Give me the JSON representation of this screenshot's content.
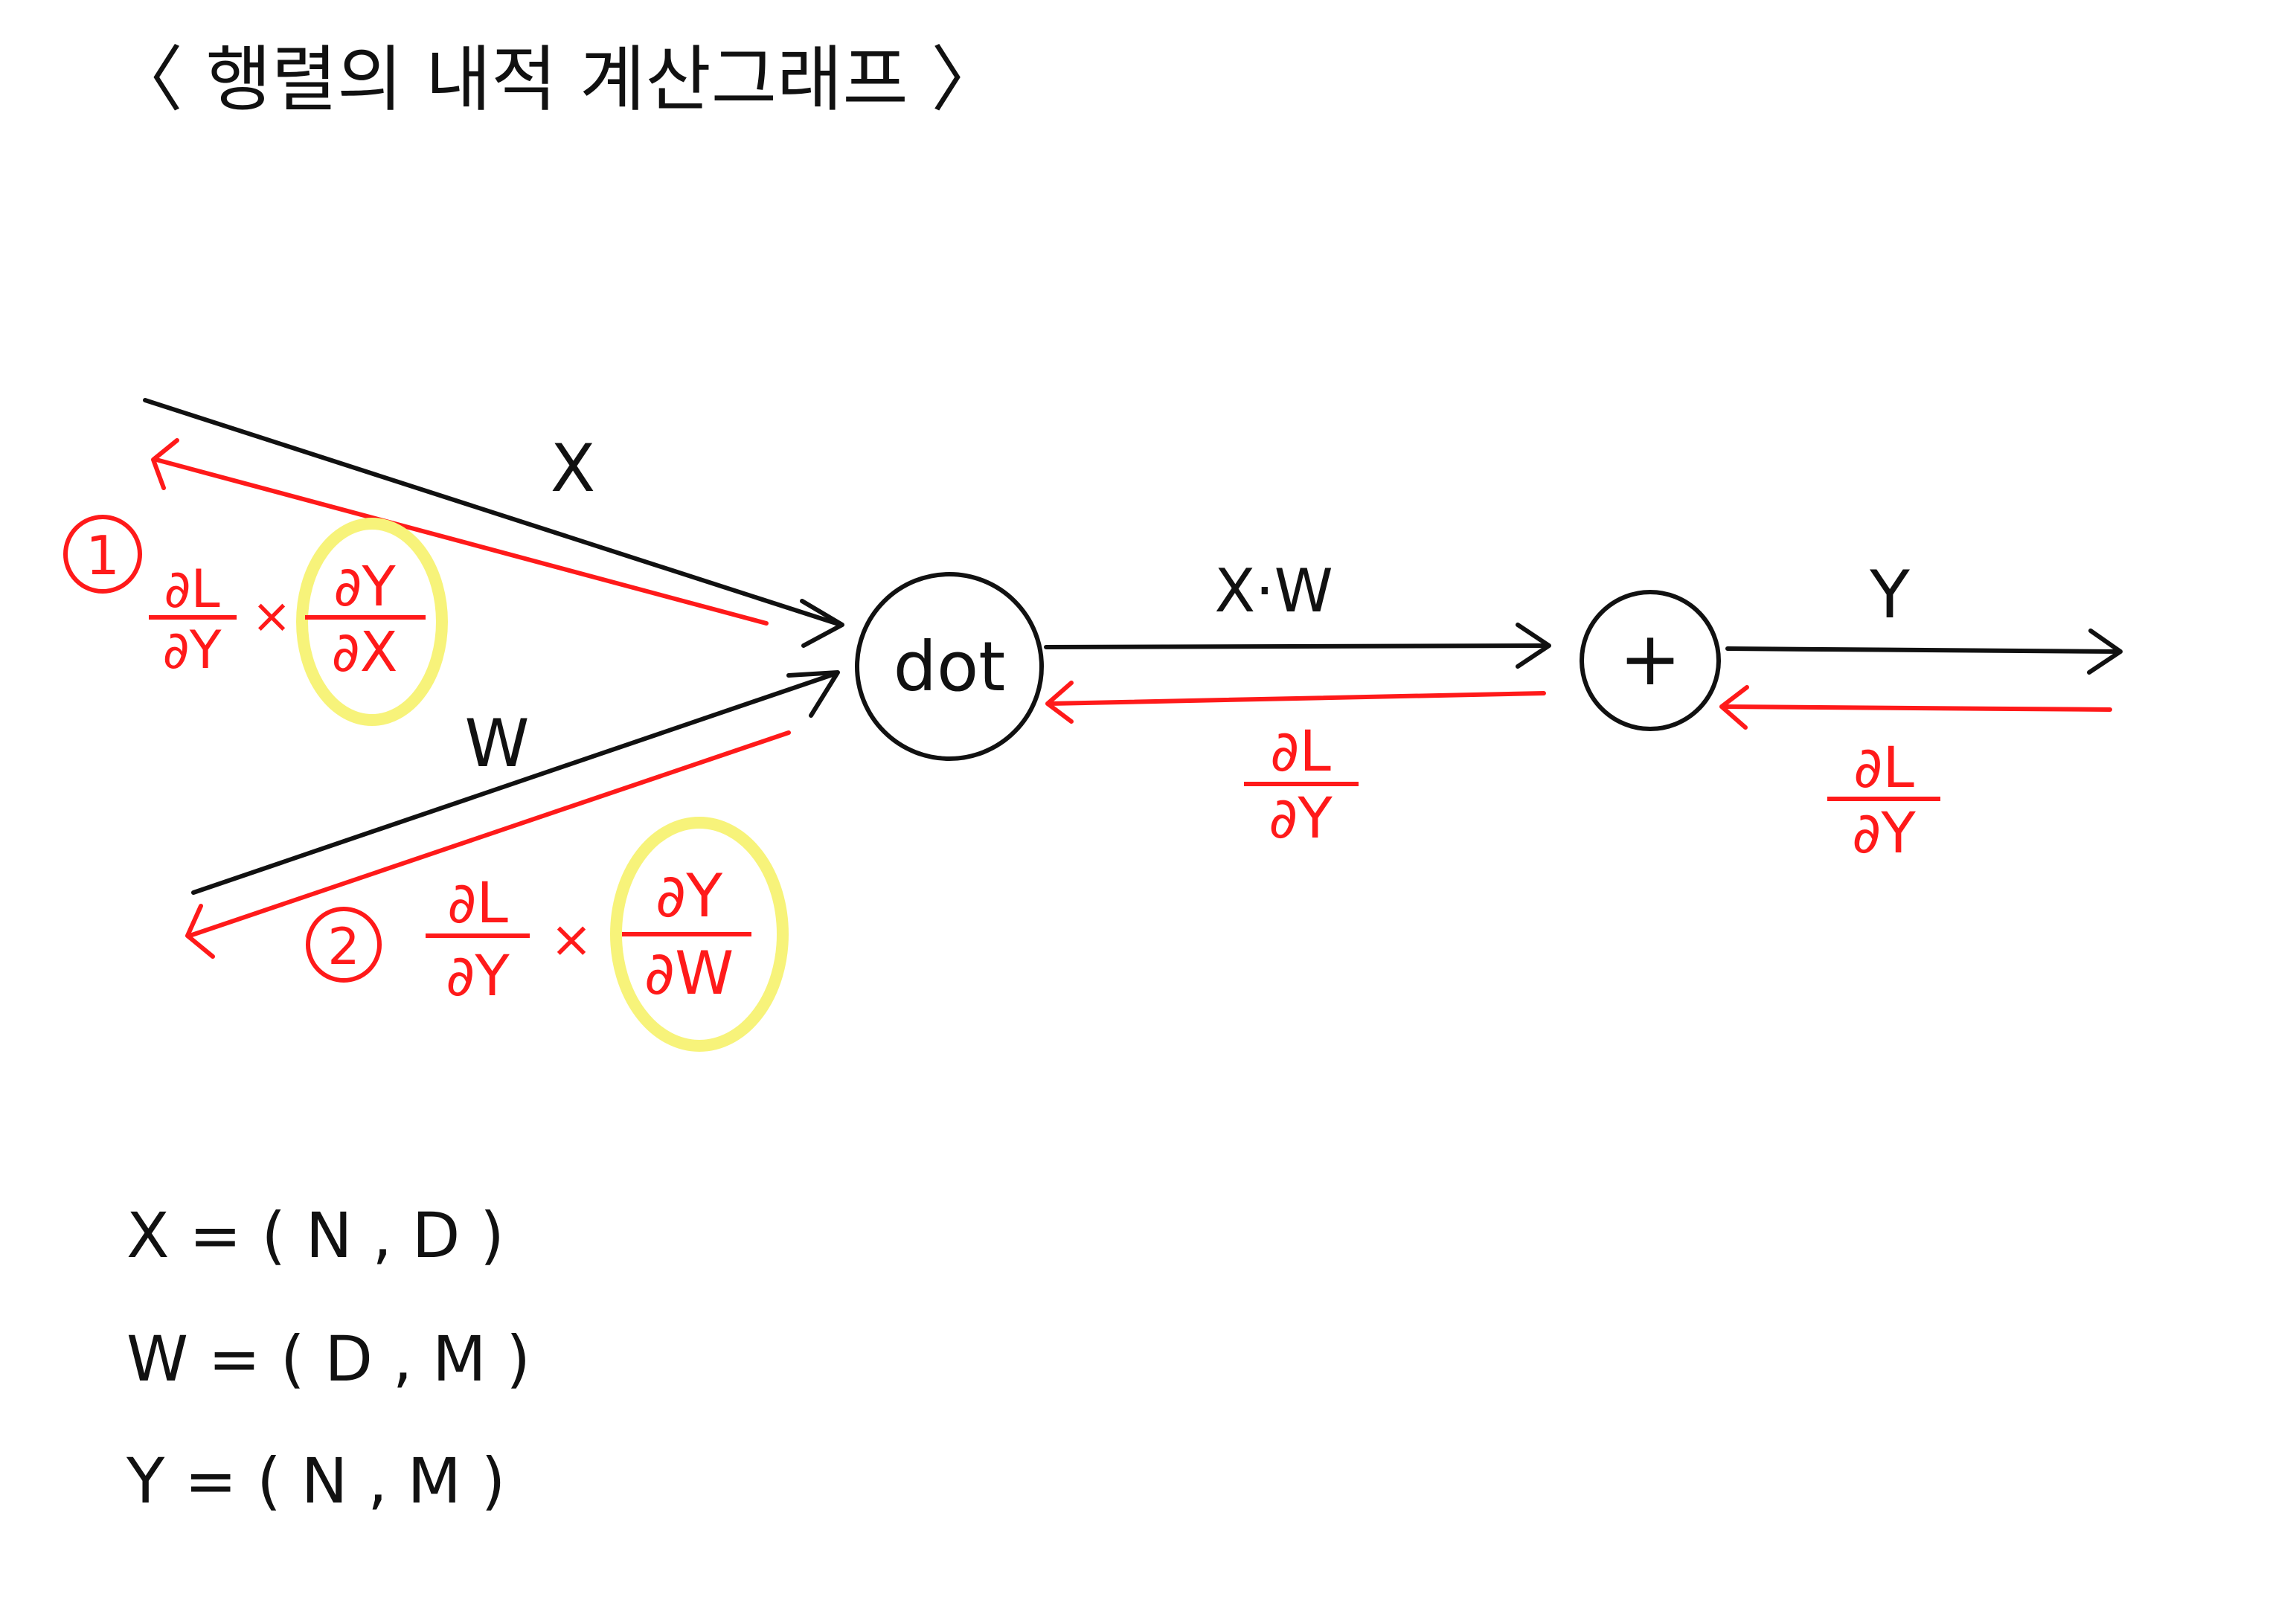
{
  "title": "〈 행렬의 내적  계산그래프 〉",
  "colors": {
    "ink": "#111111",
    "backward": "#ff1a1a",
    "highlight": "#f7f37a",
    "background": "#ffffff"
  },
  "nodes": {
    "dot": "dot",
    "add": "+"
  },
  "forward_labels": {
    "x_input": "X",
    "w_input": "W",
    "dot_output": "X·W",
    "add_output": "Y"
  },
  "backward": {
    "x_step_number": "1",
    "w_step_number": "2",
    "upstream_num": "∂L",
    "upstream_den": "∂Y",
    "times": "×",
    "dy_dx_num": "∂Y",
    "dy_dx_den": "∂X",
    "dy_dw_num": "∂Y",
    "dy_dw_den": "∂W"
  },
  "shapes": [
    "X = ( N , D )",
    "W = ( D , M )",
    "Y = ( N , M )"
  ]
}
